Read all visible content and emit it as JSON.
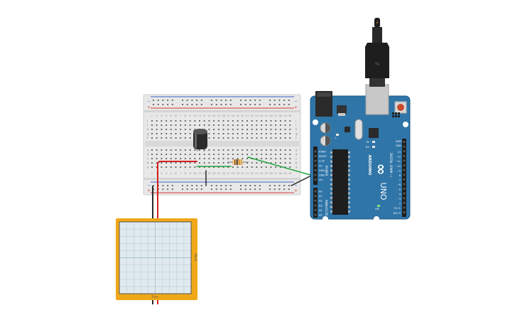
{
  "canvas": {
    "background": "#ffffff"
  },
  "colors": {
    "breadboard": "#e8e8e8",
    "arduino_board": "#2f75a8",
    "arduino_dark": "#1f5a86",
    "rail_red": "#d83a3a",
    "rail_blue": "#3a63c8",
    "wire_red": "#d61f1f",
    "wire_green": "#1ea33c",
    "wire_black": "#2a2a2a",
    "plotter_frame": "#f0a818",
    "plotter_screen": "#dfe9ee",
    "plotter_grid": "#a9c2cc"
  },
  "breadboard": {
    "column_labels": [
      "1",
      "2",
      "3",
      "4",
      "5",
      "6",
      "7",
      "8",
      "9",
      "10",
      "11",
      "12",
      "13",
      "14",
      "15",
      "16",
      "17",
      "18",
      "19",
      "20",
      "21",
      "22",
      "23",
      "24",
      "25",
      "26",
      "27",
      "28",
      "29",
      "30"
    ],
    "row_labels_top": [
      "j",
      "i",
      "h",
      "g",
      "f"
    ],
    "row_labels_bottom": [
      "e",
      "d",
      "c",
      "b",
      "a"
    ],
    "rail_plus": "+",
    "rail_minus": "−"
  },
  "components": {
    "capacitor": {
      "icon": "electrolytic-capacitor-icon"
    },
    "resistor": {
      "icon": "resistor-icon"
    },
    "usb_cable": {
      "icon": "usb-cable-icon",
      "tip_label": "⚡"
    }
  },
  "arduino": {
    "logo": "∞",
    "model": "UNO",
    "brand": "ARDUINO",
    "labels": {
      "aref": "AREF",
      "gnd": "GND",
      "digital": "DIGITAL (PWM ~)",
      "analog_in": "ANALOG IN",
      "power": "POWER",
      "on": "ON",
      "tx": "TX",
      "rx": "RX",
      "l": "L"
    },
    "digital_pins": [
      "13",
      "12",
      "~11",
      "~10",
      "~9",
      "8",
      "7",
      "~6",
      "~5",
      "4",
      "~3",
      "2",
      "TX→1",
      "RX←0"
    ],
    "power_pins": [
      "IOREF",
      "RESET",
      "3.3V",
      "5V",
      "GND",
      "GND",
      "Vin"
    ],
    "analog_pins": [
      "A0",
      "A1",
      "A2",
      "A3",
      "A4",
      "A5"
    ]
  },
  "plotter": {
    "x_label": "Time",
    "y_label": "Value"
  }
}
